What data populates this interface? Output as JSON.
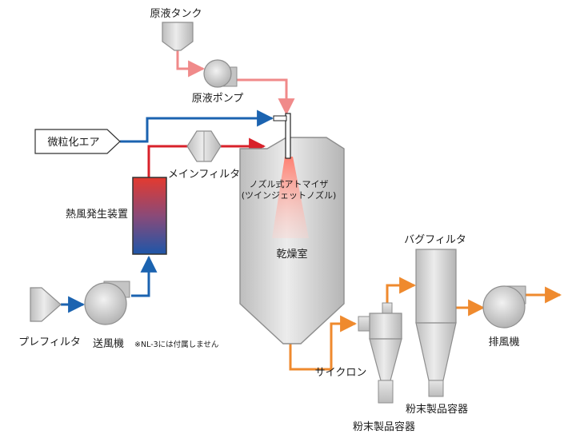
{
  "labels": {
    "stock_tank": "原液タンク",
    "stock_pump": "原液ポンプ",
    "atomizing_air": "微粒化エア",
    "main_filter": "メインフィルタ",
    "nozzle_line1": "ノズル式アトマイザ",
    "nozzle_line2": "(ツインジェットノズル)",
    "drying_chamber": "乾燥室",
    "heater": "熱風発生装置",
    "prefilter": "プレフィルタ",
    "blower": "送風機",
    "blower_note": "※NL-3には付属しません",
    "bag_filter": "バグフィルタ",
    "cyclone": "サイクロン",
    "exhaust_fan": "排風機",
    "cyclone_container": "粉末製品容器",
    "bag_container": "粉末製品容器"
  },
  "colors": {
    "liquid_line": "#f08a8a",
    "air_line": "#1b63b0",
    "hot_air_line": "#d8212a",
    "exhaust_line": "#ef8a2e",
    "equipment_fill": "#d6d6d6",
    "equipment_stroke": "#8e8e8e",
    "heater_top": "#e43a2f",
    "heater_bottom": "#1e56a8"
  }
}
